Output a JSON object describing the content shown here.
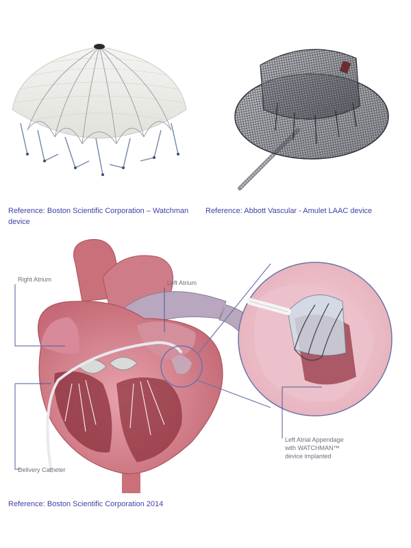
{
  "captions": {
    "watchman": "Reference: Boston Scientific Corporation – Watchman device",
    "amulet": "Reference: Abbott Vascular - Amulet LAAC device",
    "heart": "Reference: Boston Scientific Corporation 2014"
  },
  "heart_labels": {
    "right_atrium": "Right Atrium",
    "left_atrium": "Left Atrium",
    "delivery_catheter": "Delivery Catheter",
    "laa_line1": "Left Atrial Appendage",
    "laa_line2": "with WATCHMAN™",
    "laa_line3": "device implanted"
  },
  "colors": {
    "caption": "#3f3fa6",
    "heart_tissue": "#c9707a",
    "heart_light": "#f2c7cf",
    "device_mesh": "#3b3f48",
    "leader_line": "#4a5a9a"
  }
}
